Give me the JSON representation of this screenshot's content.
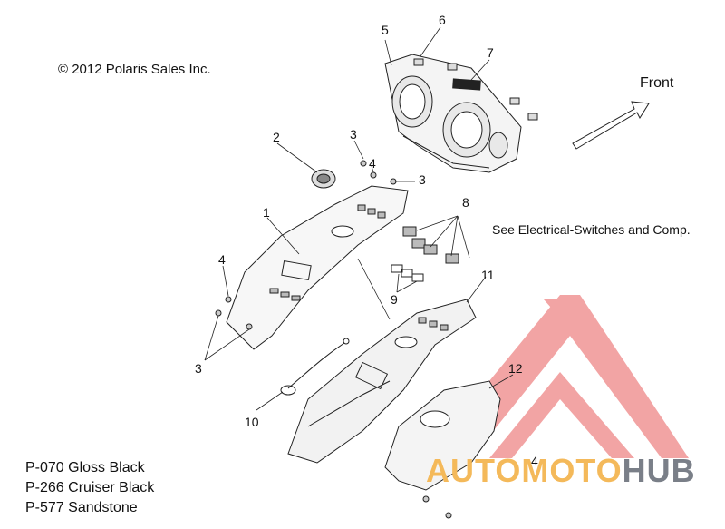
{
  "copyright": "© 2012 Polaris Sales Inc.",
  "front_label": "Front",
  "see_note": "See Electrical-Switches and Comp.",
  "color_codes": [
    "P-070  Gloss Black",
    "P-266 Cruiser Black",
    "P-577  Sandstone"
  ],
  "callouts": {
    "c1": "1",
    "c2": "2",
    "c3a": "3",
    "c3b": "3",
    "c3c": "3",
    "c4a": "4",
    "c4b": "4",
    "c4c": "4",
    "c5": "5",
    "c6": "6",
    "c7": "7",
    "c8": "8",
    "c9": "9",
    "c10": "10",
    "c11": "11",
    "c12": "12"
  },
  "watermark": {
    "part1": "AUTOMOTO",
    "part2": "HUB",
    "color1": "#f4b95a",
    "color2": "#7a7f88",
    "logo_color": "#e85a5a"
  }
}
